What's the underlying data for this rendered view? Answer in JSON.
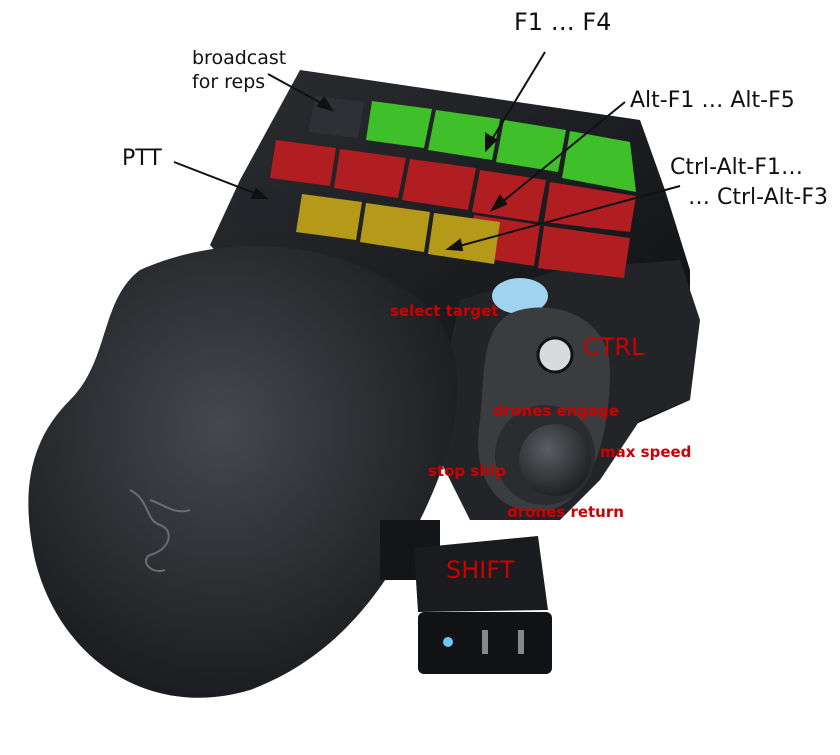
{
  "annotations": {
    "broadcast": "broadcast\nfor reps",
    "broadcast_line1": "broadcast",
    "broadcast_line2": "for reps",
    "f_keys": "F1 … F4",
    "alt_keys": "Alt-F1 … Alt-F5",
    "ctrl_alt_1": "Ctrl-Alt-F1…",
    "ctrl_alt_2": "… Ctrl-Alt-F3",
    "ptt": "PTT",
    "select_target": "select target",
    "ctrl": "CTRL",
    "drones_engage": "drones engage",
    "max_speed": "max speed",
    "stop_ship": "stop ship",
    "drones_return": "drones return",
    "shift": "SHIFT"
  },
  "colors": {
    "label_black": "#111111",
    "label_red": "#cc0000",
    "key_green": "#3fbf2a",
    "key_red": "#b01e22",
    "key_yellow": "#b59a1a",
    "device_body": "#1d1f22"
  },
  "icons": [
    "razer-snake-logo"
  ]
}
